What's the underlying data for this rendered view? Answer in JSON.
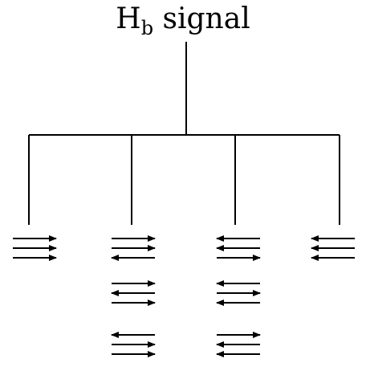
{
  "title": {
    "main": "H",
    "sub": "b",
    "rest": " signal"
  },
  "colors": {
    "stroke": "#000000"
  },
  "groups": [
    {
      "configs": [
        [
          "r",
          "r",
          "r"
        ]
      ]
    },
    {
      "configs": [
        [
          "r",
          "r",
          "l"
        ],
        [
          "r",
          "l",
          "r"
        ],
        [
          "l",
          "r",
          "r"
        ]
      ]
    },
    {
      "configs": [
        [
          "l",
          "l",
          "r"
        ],
        [
          "l",
          "r",
          "l"
        ],
        [
          "r",
          "l",
          "l"
        ]
      ]
    },
    {
      "configs": [
        [
          "l",
          "l",
          "l"
        ]
      ]
    }
  ]
}
